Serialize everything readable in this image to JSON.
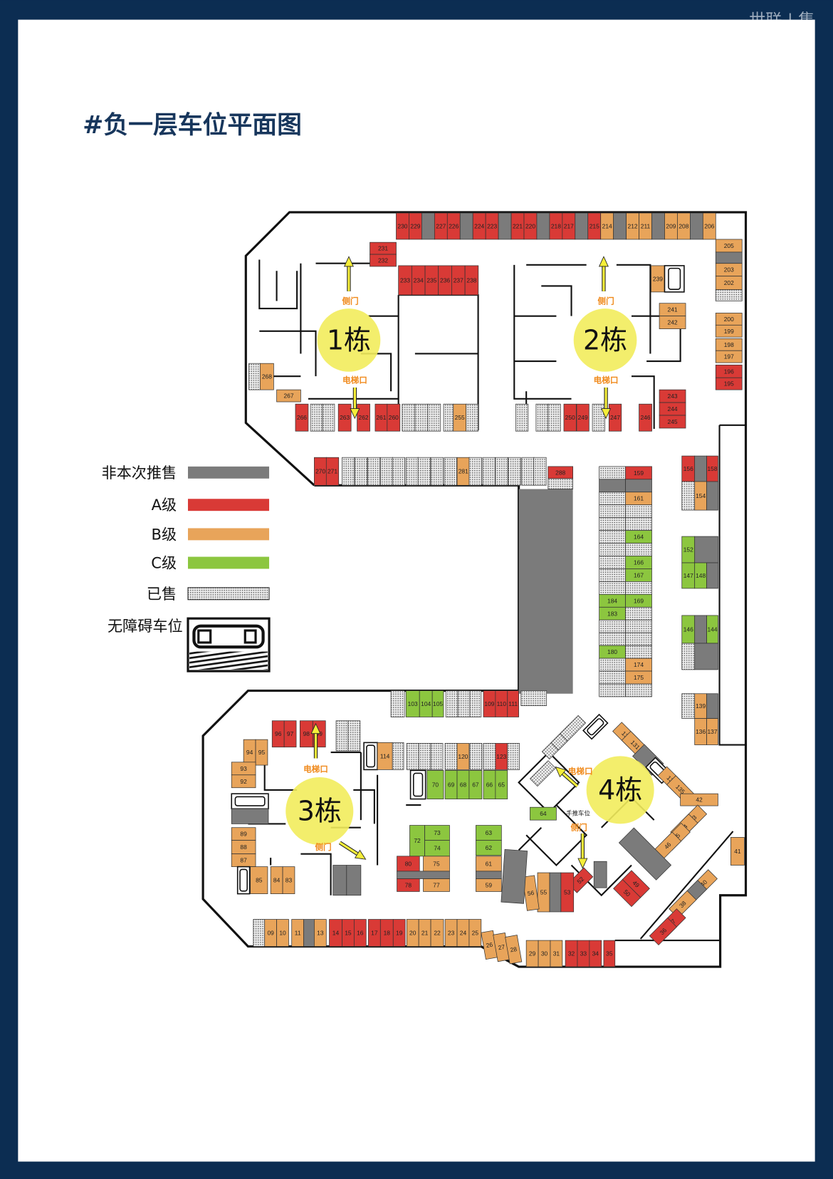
{
  "title": "#负一层车位平面图",
  "watermark": "世联 | 集",
  "colors": {
    "A": "#d93a36",
    "B": "#e8a45a",
    "C": "#8cc63f",
    "R": "#7b7b7b",
    "frame": "#0c2d52",
    "circle": "#f2ec5c",
    "door_label": "#f08a1c"
  },
  "legend": [
    {
      "key": "R",
      "label": "非本次推售"
    },
    {
      "key": "A",
      "label": "A级"
    },
    {
      "key": "B",
      "label": "B级"
    },
    {
      "key": "C",
      "label": "C级"
    },
    {
      "key": "S",
      "label": "已售"
    },
    {
      "key": "H",
      "label": "无障碍车位"
    }
  ],
  "buildings": [
    {
      "label": "1栋",
      "door1": "侧门",
      "door2": "电梯口"
    },
    {
      "label": "2栋",
      "door1": "侧门",
      "door2": "电梯口"
    },
    {
      "label": "3栋",
      "door1": "电梯口",
      "door2": "侧门"
    },
    {
      "label": "4栋",
      "door1": "电梯口",
      "door2": "侧门"
    }
  ],
  "cart_space_label": "手推车位",
  "spaces": {
    "top_row": [
      [
        "230",
        "A"
      ],
      [
        "229",
        "A"
      ],
      [
        "",
        "R"
      ],
      [
        "227",
        "A"
      ],
      [
        "226",
        "A"
      ],
      [
        "",
        "R"
      ],
      [
        "224",
        "A"
      ],
      [
        "223",
        "A"
      ],
      [
        "",
        "R"
      ],
      [
        "221",
        "A"
      ],
      [
        "220",
        "A"
      ],
      [
        "",
        "R"
      ],
      [
        "218",
        "A"
      ],
      [
        "217",
        "A"
      ],
      [
        "",
        "R"
      ],
      [
        "215",
        "A"
      ],
      [
        "214",
        "B"
      ],
      [
        "",
        "R"
      ],
      [
        "212",
        "B"
      ],
      [
        "211",
        "B"
      ],
      [
        "",
        "R"
      ],
      [
        "209",
        "B"
      ],
      [
        "208",
        "B"
      ],
      [
        "",
        "R"
      ],
      [
        "206",
        "B"
      ]
    ],
    "g231": [
      [
        "231",
        "A"
      ],
      [
        "232",
        "A"
      ]
    ],
    "g233": [
      [
        "233",
        "A"
      ],
      [
        "234",
        "A"
      ],
      [
        "235",
        "A"
      ],
      [
        "236",
        "A"
      ],
      [
        "237",
        "A"
      ],
      [
        "238",
        "A"
      ]
    ],
    "g239": [
      [
        "239",
        "B"
      ],
      [
        "",
        "H"
      ]
    ],
    "g241": [
      [
        "241",
        "B"
      ],
      [
        "242",
        "B"
      ]
    ],
    "g243": [
      [
        "243",
        "A"
      ],
      [
        "244",
        "A"
      ],
      [
        "245",
        "A"
      ],
      [
        "246",
        "A"
      ]
    ],
    "right_top": [
      [
        "205",
        "B"
      ],
      [
        "",
        "R"
      ],
      [
        "203",
        "B"
      ],
      [
        "202",
        "B"
      ],
      [
        "",
        "S"
      ],
      [
        "200",
        "B"
      ],
      [
        "199",
        "B"
      ],
      [
        "198",
        "B"
      ],
      [
        "197",
        "B"
      ],
      [
        "196",
        "A"
      ],
      [
        "195",
        "A"
      ]
    ],
    "b1_row": [
      [
        "266",
        "A"
      ],
      [
        "",
        "S"
      ],
      [
        "",
        "S"
      ],
      [
        "263",
        "A"
      ],
      [
        "262",
        "A"
      ],
      [
        "261",
        "A"
      ],
      [
        "260",
        "A"
      ],
      [
        "",
        "S"
      ],
      [
        "",
        "S"
      ],
      [
        "",
        "S"
      ],
      [
        "",
        "S"
      ],
      [
        "255",
        "B"
      ],
      [
        "",
        "S"
      ]
    ],
    "g268": [
      [
        "",
        "S"
      ],
      [
        "268",
        "B"
      ],
      [
        "267",
        "B"
      ]
    ],
    "b2_row": [
      [
        "",
        "S"
      ],
      [
        "",
        "S"
      ],
      [
        "",
        "S"
      ],
      [
        "250",
        "A"
      ],
      [
        "249",
        "A"
      ],
      [
        "",
        "S"
      ],
      [
        "247",
        "A"
      ]
    ],
    "row270": [
      [
        "270",
        "A"
      ],
      [
        "271",
        "A"
      ],
      [
        "",
        "S"
      ],
      [
        "",
        "S"
      ],
      [
        "",
        "S"
      ],
      [
        "",
        "S"
      ],
      [
        "",
        "S"
      ],
      [
        "",
        "S"
      ],
      [
        "",
        "S"
      ],
      [
        "",
        "S"
      ],
      [
        "",
        "S"
      ],
      [
        "281",
        "B"
      ],
      [
        "",
        "S"
      ],
      [
        "",
        "S"
      ],
      [
        "",
        "S"
      ],
      [
        "",
        "S"
      ],
      [
        "",
        "S"
      ],
      [
        "",
        "S"
      ]
    ],
    "g288": [
      [
        "288",
        "A"
      ],
      [
        "",
        "S"
      ]
    ],
    "mid_column": [
      [
        "",
        "S"
      ],
      [
        "159",
        "A"
      ],
      [
        "",
        "R"
      ],
      [
        "",
        "R"
      ],
      [
        "",
        "S"
      ],
      [
        "161",
        "B"
      ],
      [
        "",
        "S"
      ],
      [
        "",
        "S"
      ],
      [
        "",
        "S"
      ],
      [
        "",
        "S"
      ],
      [
        "",
        "S"
      ],
      [
        "164",
        "C"
      ],
      [
        "",
        "S"
      ],
      [
        "",
        "S"
      ],
      [
        "",
        "S"
      ],
      [
        "166",
        "C"
      ],
      [
        "",
        "S"
      ],
      [
        "167",
        "C"
      ],
      [
        "",
        "S"
      ],
      [
        "",
        "S"
      ],
      [
        "184",
        "C"
      ],
      [
        "169",
        "C"
      ],
      [
        "183",
        "C"
      ],
      [
        "",
        "S"
      ],
      [
        "",
        "S"
      ],
      [
        "",
        "S"
      ],
      [
        "",
        "S"
      ],
      [
        "",
        "S"
      ],
      [
        "180",
        "C"
      ],
      [
        "",
        "S"
      ],
      [
        "",
        "S"
      ],
      [
        "174",
        "B"
      ],
      [
        "",
        "S"
      ],
      [
        "175",
        "B"
      ],
      [
        "",
        "S"
      ],
      [
        "",
        "S"
      ]
    ],
    "right_column": [
      [
        "156",
        "A"
      ],
      [
        "",
        "R"
      ],
      [
        "158",
        "A"
      ],
      [
        "",
        "S"
      ],
      [
        "154",
        "B"
      ],
      [
        "",
        "R"
      ],
      [
        "152",
        "C"
      ],
      [
        "",
        "R"
      ],
      [
        "147",
        "C"
      ],
      [
        "148",
        "C"
      ],
      [
        "",
        "R"
      ],
      [
        "146",
        "C"
      ],
      [
        "",
        "R"
      ],
      [
        "144",
        "C"
      ],
      [
        "",
        "S"
      ],
      [
        "",
        "R"
      ],
      [
        "",
        "S"
      ],
      [
        "139",
        "B"
      ],
      [
        "",
        "R"
      ],
      [
        "136",
        "B"
      ],
      [
        "137",
        "B"
      ]
    ],
    "row103": [
      [
        "",
        "S"
      ],
      [
        "103",
        "C"
      ],
      [
        "104",
        "C"
      ],
      [
        "105",
        "C"
      ],
      [
        "",
        "S"
      ],
      [
        "",
        "S"
      ],
      [
        "",
        "S"
      ],
      [
        "109",
        "A"
      ],
      [
        "110",
        "A"
      ],
      [
        "111",
        "A"
      ],
      [
        "",
        "S"
      ]
    ],
    "b3_north": [
      [
        "96",
        "A"
      ],
      [
        "97",
        "A"
      ],
      [
        "98",
        "A"
      ],
      [
        "99",
        "A"
      ],
      [
        "",
        "S"
      ],
      [
        "",
        "S"
      ],
      [
        "94",
        "B"
      ],
      [
        "95",
        "B"
      ]
    ],
    "b3_west": [
      [
        "93",
        "B"
      ],
      [
        "92",
        "B"
      ],
      [
        "89",
        "B"
      ],
      [
        "88",
        "B"
      ],
      [
        "87",
        "B"
      ],
      [
        "85",
        "B"
      ],
      [
        "84",
        "B"
      ],
      [
        "83",
        "B"
      ],
      [
        "",
        "R"
      ],
      [
        "",
        "R"
      ],
      [
        "",
        "H"
      ],
      [
        "",
        "H"
      ],
      [
        "",
        "R"
      ]
    ],
    "g114": [
      [
        "",
        "H"
      ],
      [
        "114",
        "B"
      ],
      [
        "",
        "S"
      ]
    ],
    "row120": [
      [
        "",
        "S"
      ],
      [
        "",
        "S"
      ],
      [
        "",
        "S"
      ],
      [
        "",
        "S"
      ],
      [
        "120",
        "B"
      ],
      [
        "",
        "S"
      ],
      [
        "",
        "S"
      ],
      [
        "123",
        "A"
      ],
      [
        "",
        "S"
      ]
    ],
    "row70": [
      [
        "",
        "H"
      ],
      [
        "70",
        "C"
      ],
      [
        "69",
        "C"
      ],
      [
        "68",
        "C"
      ],
      [
        "67",
        "C"
      ],
      [
        "66",
        "C"
      ],
      [
        "65",
        "C"
      ]
    ],
    "block72": [
      [
        "72",
        "C"
      ],
      [
        "73",
        "C"
      ],
      [
        "74",
        "C"
      ],
      [
        "80",
        "A"
      ],
      [
        "75",
        "B"
      ],
      [
        "",
        "R"
      ],
      [
        "78",
        "A"
      ],
      [
        "77",
        "B"
      ]
    ],
    "block63": [
      [
        "63",
        "C"
      ],
      [
        "62",
        "C"
      ],
      [
        "61",
        "B"
      ],
      [
        "",
        "R"
      ],
      [
        "59",
        "B"
      ]
    ],
    "bottom_row": [
      [
        "",
        "S"
      ],
      [
        "09",
        "B"
      ],
      [
        "10",
        "B"
      ],
      [
        "11",
        "B"
      ],
      [
        "",
        "R"
      ],
      [
        "13",
        "B"
      ],
      [
        "14",
        "A"
      ],
      [
        "15",
        "A"
      ],
      [
        "16",
        "A"
      ],
      [
        "17",
        "A"
      ],
      [
        "18",
        "A"
      ],
      [
        "19",
        "A"
      ],
      [
        "20",
        "B"
      ],
      [
        "21",
        "B"
      ],
      [
        "22",
        "B"
      ],
      [
        "23",
        "B"
      ],
      [
        "24",
        "B"
      ],
      [
        "25",
        "B"
      ]
    ],
    "g26": [
      [
        "26",
        "B"
      ],
      [
        "27",
        "B"
      ],
      [
        "28",
        "B"
      ]
    ],
    "row29": [
      [
        "29",
        "B"
      ],
      [
        "30",
        "B"
      ],
      [
        "31",
        "B"
      ],
      [
        "32",
        "A"
      ],
      [
        "33",
        "A"
      ],
      [
        "34",
        "A"
      ],
      [
        "35",
        "A"
      ]
    ],
    "b4": [
      [
        "130",
        "B"
      ],
      [
        "131",
        "B"
      ],
      [
        "",
        "R"
      ],
      [
        "",
        "H"
      ],
      [
        "134",
        "B"
      ],
      [
        "135",
        "B"
      ],
      [
        "42",
        "B"
      ],
      [
        "43",
        "B"
      ],
      [
        "44",
        "B"
      ],
      [
        "45",
        "B"
      ],
      [
        "46",
        "B"
      ],
      [
        "41",
        "B"
      ],
      [
        "40",
        "B"
      ],
      [
        "",
        "R"
      ],
      [
        "38",
        "B"
      ],
      [
        "37",
        "A"
      ],
      [
        "36",
        "A"
      ],
      [
        "49",
        "A"
      ],
      [
        "50",
        "A"
      ],
      [
        "52",
        "A"
      ],
      [
        "53",
        "A"
      ],
      [
        "",
        "R"
      ],
      [
        "55",
        "B"
      ],
      [
        "56",
        "B"
      ],
      [
        "",
        "R"
      ],
      [
        "",
        "R"
      ],
      [
        "",
        "R"
      ],
      [
        "64",
        "C"
      ],
      [
        "",
        "S"
      ],
      [
        "",
        "S"
      ],
      [
        "",
        "S"
      ],
      [
        "",
        "S"
      ],
      [
        "",
        "H"
      ]
    ]
  }
}
